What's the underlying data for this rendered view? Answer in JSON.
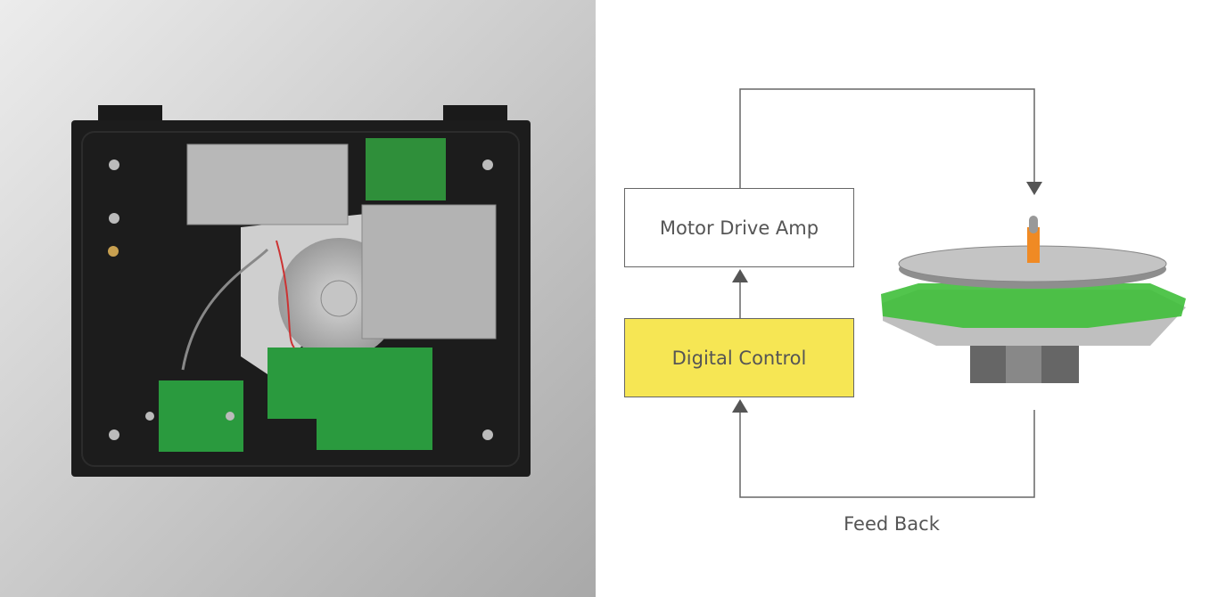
{
  "diagram": {
    "blocks": [
      {
        "label": "Motor Drive Amp",
        "color": "#ffffff"
      },
      {
        "label": "Digital Control",
        "color": "#f6e654"
      }
    ],
    "feedback_label": "Feed Back",
    "line_color": "#666666"
  }
}
